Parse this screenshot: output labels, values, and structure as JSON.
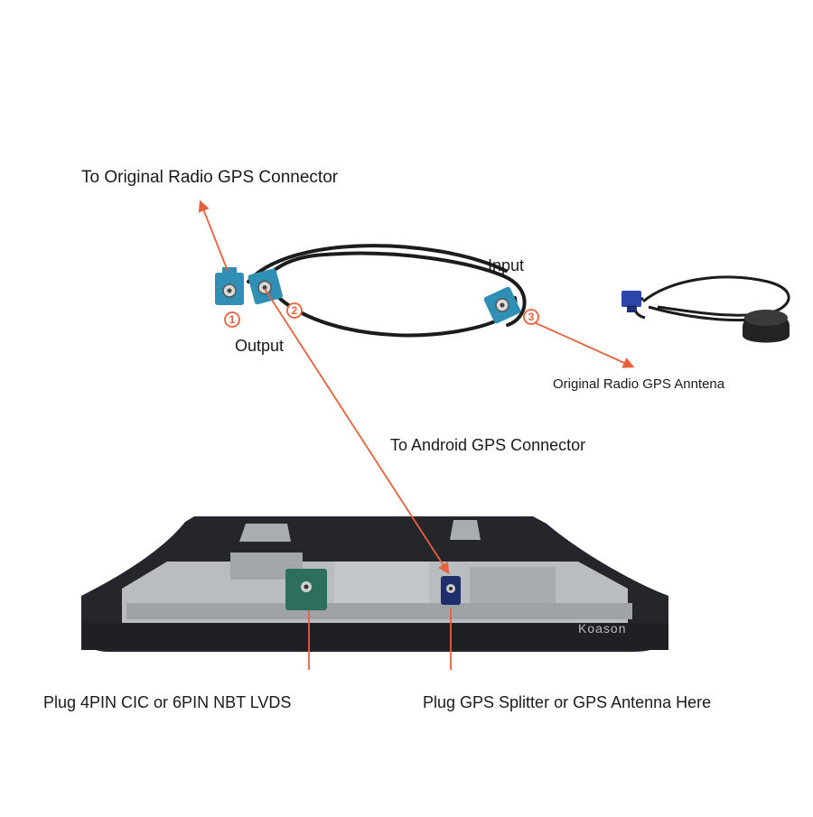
{
  "labels": {
    "to_original_radio": "To Original Radio GPS Connector",
    "input": "Input",
    "output": "Output",
    "original_antenna": "Original Radio GPS Anntena",
    "to_android": "To Android GPS Connector",
    "plug_lvds": "Plug 4PIN CIC or 6PIN NBT LVDS",
    "plug_gps": "Plug GPS Splitter or GPS Antenna Here"
  },
  "markers": [
    "1",
    "2",
    "3"
  ],
  "brand": "Koason",
  "colors": {
    "arrow": "#e8603c",
    "connector_blue": "#2f8fb5",
    "connector_green": "#2e6e5c",
    "connector_navy": "#1f2f6e",
    "cable": "#1c1c1c",
    "unit_body": "#25262b"
  }
}
